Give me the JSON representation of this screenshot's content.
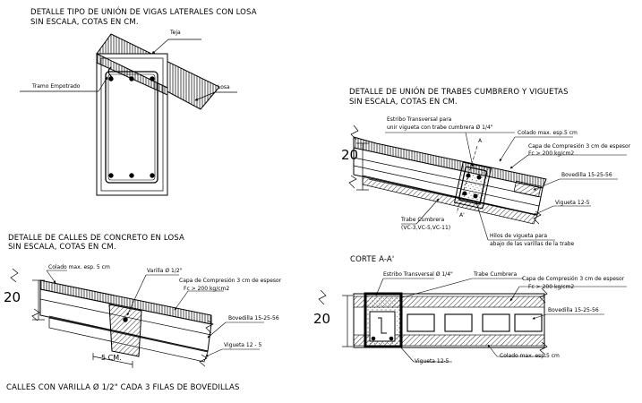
{
  "detail1": {
    "title_line1": "DETALLE  TIPO DE UNIÓN DE VIGAS LATERALES CON LOSA",
    "title_line2": "SIN ESCALA,  COTAS EN CM.",
    "label_teja": "Teja",
    "label_tramo": "Tramo Empotrado",
    "label_losa": "Losa"
  },
  "detail2": {
    "title_line1": "DETALLE DE UNIÓN DE TRABES CUMBRERO Y VIGUETAS",
    "title_line2": "SIN ESCALA,  COTAS EN CM.",
    "label_estribo_1": "Estribo Transversal para",
    "label_estribo_2": "unir vigueta con trabe cumbrera Ø 1/4\"",
    "label_colado": "Colado max. esp.5 cm",
    "label_capa_1": "Capa de Compresión 3 cm de espesor",
    "label_capa_2": "Fc > 200 kg/cm2",
    "label_bovedilla": "Bovedilla 15-25-56",
    "label_vigueta": "Vigueta 12-5",
    "label_trabe_1": "Trabe Cumbrera",
    "label_trabe_2": "(VC-3,VC-5,VC-11)",
    "label_hilos_1": "Hilos de vigueta para",
    "label_hilos_2": "abajo de las varillas de la trabe",
    "dim_20": "20",
    "section_a": "A",
    "section_a2": "A'"
  },
  "detail3": {
    "title_line1": "DETALLE DE CALLES DE CONCRETO EN LOSA",
    "title_line2": "SIN ESCALA,  COTAS EN CM.",
    "label_colado": "Colado max. esp. 5 cm",
    "label_varilla": "Varilla  Ø 1/2\"",
    "label_capa_1": "Capa de Compresión 3 cm de espesor",
    "label_capa_2": "Fc > 200 kg/cm2",
    "label_bovedilla": "Bovedilla 15-25-56",
    "label_vigueta": "Vigueta 12 - 5",
    "dim_20": "20",
    "dim_5": "5  CM.",
    "footer": "CALLES CON VARILLA  Ø 1/2\" CADA 3 FILAS DE BOVEDILLAS"
  },
  "detail4": {
    "title": "CORTE A-A'",
    "label_estribo": "Estribo Transversal Ø 1/4\"",
    "label_trabe": "Trabe Cumbrera",
    "label_capa_1": "Capa de Compresión 3 cm de espesor",
    "label_capa_2": "Fc > 200 kg/cm2",
    "label_bovedilla": "Bovedilla 15-25-56",
    "label_vigueta": "Vigueta 12-5",
    "label_colado": "Colado max. esp.5 cm",
    "dim_20": "20"
  },
  "colors": {
    "ink": "#000000",
    "background": "#ffffff"
  }
}
